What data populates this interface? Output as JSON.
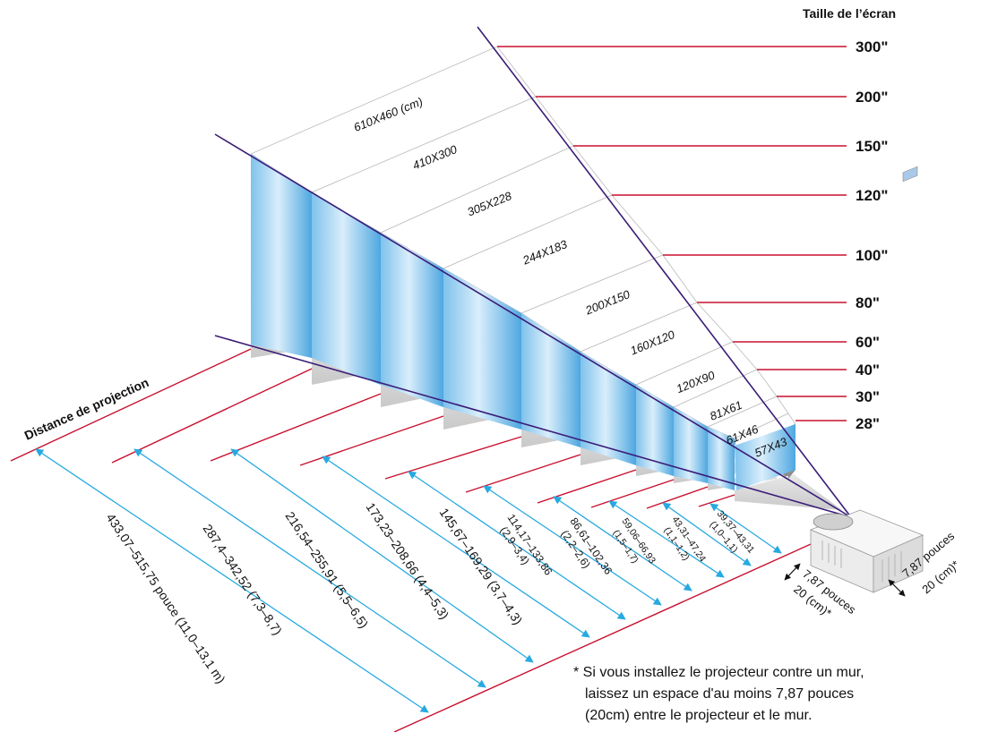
{
  "screen_size_title": "Taille de l’écran",
  "projection_distance_title": "Distance de projection",
  "screen_sizes": [
    "300\"",
    "200\"",
    "150\"",
    "120\"",
    "100\"",
    "80\"",
    "60\"",
    "40\"",
    "30\"",
    "28\""
  ],
  "screen_dimensions": [
    "610X460 (cm)",
    "410X300",
    "305X228",
    "244X183",
    "200X150",
    "160X120",
    "120X90",
    "81X61",
    "61X46",
    "57X43"
  ],
  "distances": [
    {
      "line1": "433,07–515,75 pouce (11,0–13,1 m)"
    },
    {
      "line1": "287,4–342,52 (7,3–8,7)"
    },
    {
      "line1": "216,54–255,91 (5,5–6,5)"
    },
    {
      "line1": "173,23–208,66 (4,4–5,3)"
    },
    {
      "line1": "145,67–169,29 (3,7–4,3)"
    },
    {
      "line1": "114,17–133,86",
      "line2": "(2,9–3,4)"
    },
    {
      "line1": "86,61–102,36",
      "line2": "(2,2–2,6)"
    },
    {
      "line1": "59,06–66,93",
      "line2": "(1,5–1,7)"
    },
    {
      "line1": "43,31–47,24",
      "line2": "(1,1–1,2)"
    },
    {
      "line1": "39,37–43,31",
      "line2": "(1,0–1,1)"
    }
  ],
  "clearance_side": {
    "line1": "7,87 pouces",
    "line2": "20 (cm)*"
  },
  "clearance_rear": {
    "line1": "7,87 pouces",
    "line2": "20 (cm)*"
  },
  "footnote": [
    "* Si vous installez le projecteur contre un mur,",
    "laissez un espace d'au moins 7,87 pouces",
    "(20cm) entre le projecteur et le mur."
  ],
  "colors": {
    "beam_lines": "#3a1c78",
    "size_lines": "#c8102e",
    "arrows": "#27a9e1",
    "screen_face": "#d6ecf9",
    "screen_top": "#ffffff",
    "screen_side": "#8d8d8d"
  }
}
